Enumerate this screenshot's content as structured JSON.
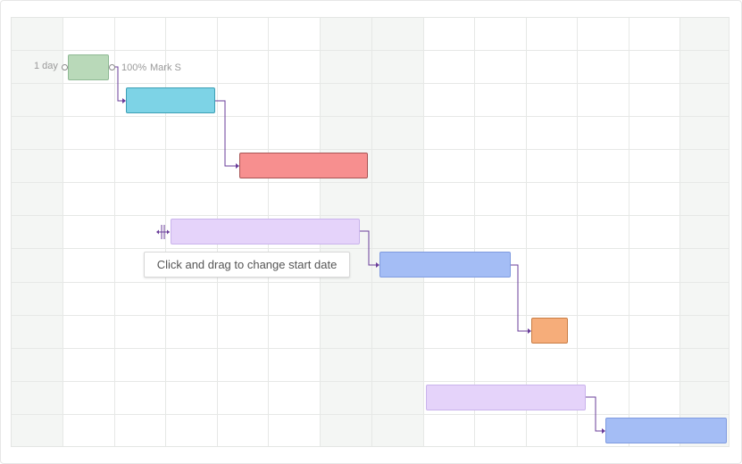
{
  "colors": {
    "green": "#b9d9b9",
    "cyan": "#7dd3e6",
    "red": "#f78f8f",
    "lavender": "#e5d3fa",
    "blue": "#a4bdf5",
    "orange": "#f6ad7a",
    "link": "#6a3d9a"
  },
  "task_meta": {
    "duration": "1 day",
    "progress": "100%",
    "assignee": "Mark S"
  },
  "tooltip": {
    "text": "Click and drag to change start date"
  },
  "icons": {
    "start_handle": "drag-start-handle-icon",
    "progress_handle": "circle-handle-icon"
  }
}
